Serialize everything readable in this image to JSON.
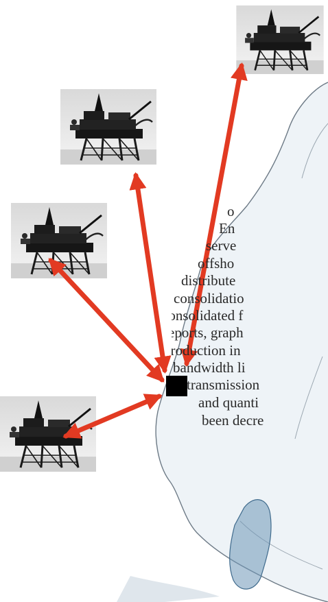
{
  "text_block": {
    "lines": [
      "o",
      "En",
      "serve",
      "offsho",
      "distribute",
      "consolidatio",
      "consolidated f",
      "reports, graph",
      "production in",
      "bandwidth li",
      "transmission",
      "and quanti",
      "been decre"
    ]
  },
  "colors": {
    "arrow": "#e23a22",
    "hub": "#000000",
    "sea": "#eef3f7",
    "coast": "#6d7a86"
  },
  "icons": [
    "oil-platform-icon",
    "hub-node-icon"
  ]
}
